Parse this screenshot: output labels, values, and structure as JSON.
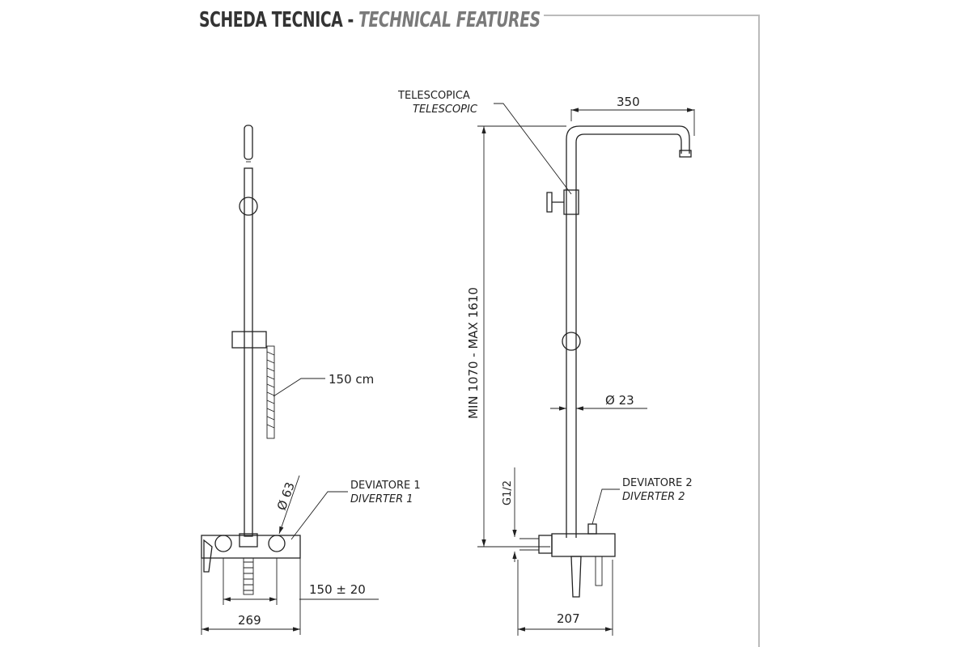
{
  "header": {
    "title_it": "SCHEDA TECNICA -",
    "title_en": "TECHNICAL FEATURES"
  },
  "left_view": {
    "hose_length": "150 cm",
    "handle_diameter": "Ø 63",
    "diverter_it": "DEVIATORE 1",
    "diverter_en": "DIVERTER 1",
    "center_distance": "150 ± 20",
    "total_width": "269"
  },
  "right_view": {
    "telescopic_it": "TELESCOPICA",
    "telescopic_en": "TELESCOPIC",
    "arm_length": "350",
    "height_range": "MIN 1070 - MAX 1610",
    "pipe_diameter": "Ø 23",
    "connection": "G1/2",
    "diverter_it": "DEVIATORE 2",
    "diverter_en": "DIVERTER 2",
    "depth": "207"
  }
}
